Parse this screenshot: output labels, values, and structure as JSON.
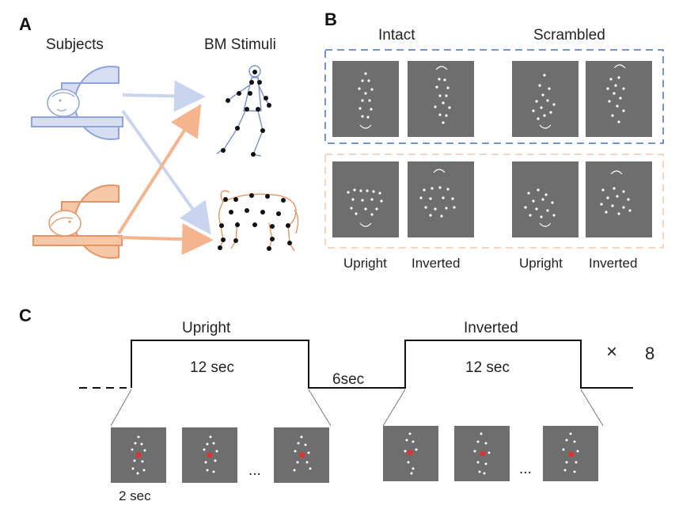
{
  "panels": {
    "a": {
      "letter": "A",
      "subjects_label": "Subjects",
      "stimuli_label": "BM Stimuli",
      "human_color": "#8ea3d6",
      "monkey_color": "#e59565"
    },
    "b": {
      "letter": "B",
      "intact_label": "Intact",
      "scrambled_label": "Scrambled",
      "orientation_labels": [
        "Upright",
        "Inverted",
        "Upright",
        "Inverted"
      ],
      "human_box_color": "#4a6fbd",
      "monkey_box_color": "#f3c7a8"
    },
    "c": {
      "letter": "C",
      "upright_label": "Upright",
      "inverted_label": "Inverted",
      "block_duration": "12 sec",
      "rest_duration": "6sec",
      "repeat_symbol": "×",
      "repeat_count": "8",
      "frame_duration": "2 sec",
      "ellipsis": "..."
    }
  }
}
